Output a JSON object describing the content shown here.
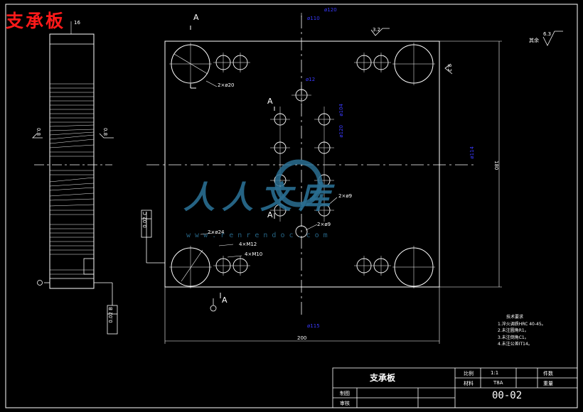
{
  "watermark_title": "支承板",
  "drawing": {
    "section_marks": [
      "A",
      "A",
      "A",
      "A"
    ],
    "dims": {
      "width_200": "200",
      "height_180": "180",
      "top_dim": "ø120",
      "bottom_dim": "ø115",
      "top_small": "ø110",
      "center_hole": "ø12",
      "dim_a": "ø104",
      "dim_b": "ø120",
      "dim_c": "ø114",
      "side_16": "16",
      "holes_2x": "2×ø20",
      "holes_2x24": "2×ø24",
      "holes_4xm": "4×M12",
      "holes_4xm10": "4×M10",
      "spot_a": "2×ø9",
      "spot_b": "2×ø9"
    },
    "roughness": {
      "top_mark": "3.2",
      "right_mark": "3.2",
      "left_mark_a": "0.8",
      "left_mark_b": "0.8",
      "corner_label": "其余",
      "corner_value": "6.3"
    },
    "tolerance_frames": [
      "0.02 C",
      "0.02 B"
    ],
    "datum_c": "C",
    "datum_b": "B",
    "watermark_text": "人人文库",
    "watermark_url": "w w w . r e n r e n d o c . c o m"
  },
  "tech_notes": {
    "heading": "技术要求",
    "items": [
      "1.淬火调质HRC 40-45。",
      "2.未注圆角R1。",
      "3.未注倒角C1。",
      "4.未注公差IT14。"
    ]
  },
  "title_block": {
    "part_name": "支承板",
    "scale_label": "比例",
    "scale_value": "1:1",
    "material_label": "材料",
    "material_value": "T8A",
    "qty_label": "件数",
    "weight_label": "重量",
    "drawn_label": "制图",
    "checked_label": "审核",
    "drawing_no": "00-02"
  },
  "colors": {
    "line": "#ffffff",
    "dim_blue": "#2b2bff",
    "watermark": "#2a6e92",
    "stamp": "#ff1a1a"
  }
}
